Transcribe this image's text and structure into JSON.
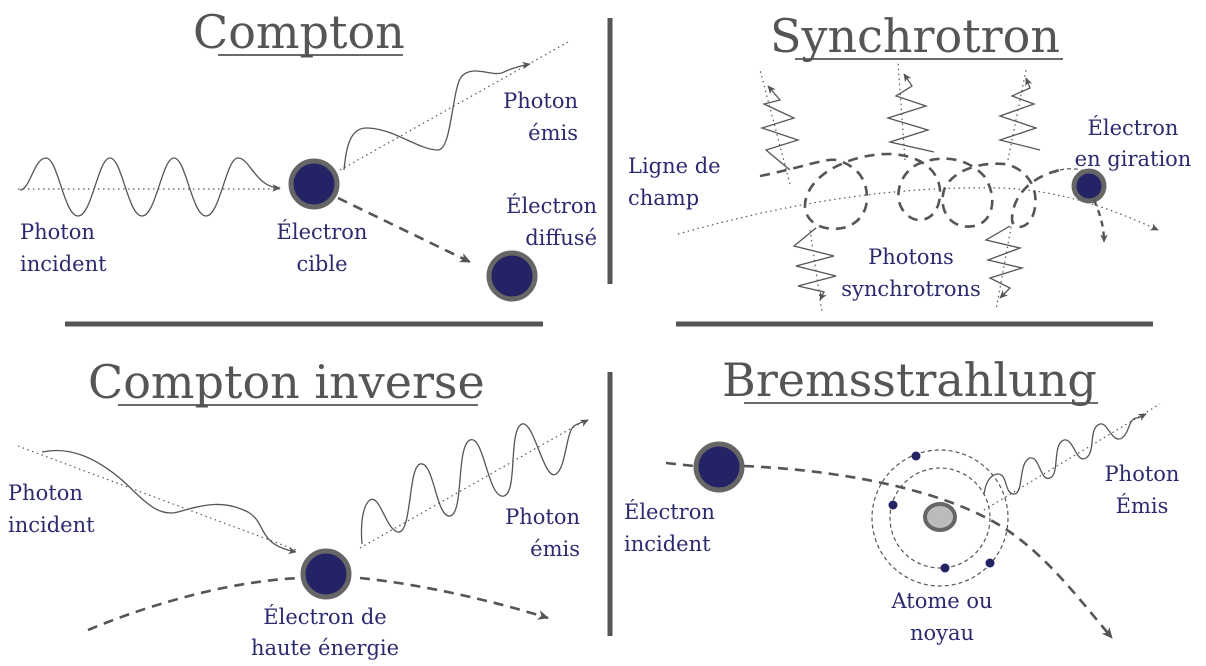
{
  "panels": {
    "compton": {
      "title_first": "C",
      "title_rest": "ompton",
      "photon_incident": [
        "Photon",
        "incident"
      ],
      "electron_target": [
        "Électron",
        "cible"
      ],
      "photon_emitted": [
        "Photon",
        "émis"
      ],
      "electron_scattered": [
        "Électron",
        "diffusé"
      ]
    },
    "synchrotron": {
      "title_first": "S",
      "title_rest": "ynchrotron",
      "field_line": [
        "Ligne de",
        "champ"
      ],
      "electron_gyrating": [
        "Électron",
        "en giration"
      ],
      "synchrotron_photons": [
        "Photons",
        "synchrotrons"
      ]
    },
    "inverse_compton": {
      "title_first": "C",
      "title_rest": "ompton inverse",
      "photon_incident": [
        "Photon",
        "incident"
      ],
      "photon_emitted": [
        "Photon",
        "émis"
      ],
      "electron_high_energy": [
        "Électron de",
        "haute énergie"
      ]
    },
    "bremsstrahlung": {
      "title_first": "B",
      "title_rest": "remsstrahlung",
      "electron_incident": [
        "Électron",
        "incident"
      ],
      "photon_emitted": [
        "Photon",
        "Émis"
      ],
      "atom_nucleus": [
        "Atome ou",
        "noyau"
      ]
    }
  },
  "colors": {
    "label": "#2b2a6e",
    "title": "#555555",
    "electron_fill": "#232365",
    "electron_stroke": "#666666",
    "line": "#555555",
    "nucleus_fill": "#bbbbbb"
  }
}
